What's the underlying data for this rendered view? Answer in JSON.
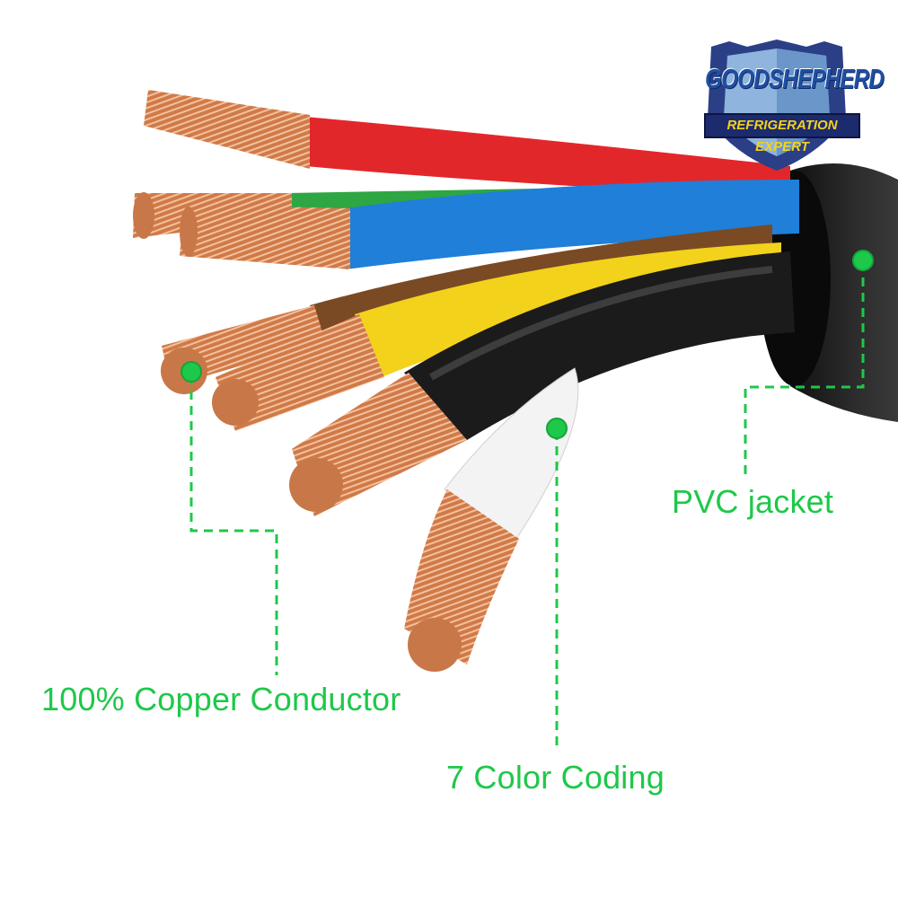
{
  "brand": {
    "name": "GOODSHEPHERD",
    "tagline": "REFRIGERATION EXPERT"
  },
  "callouts": [
    {
      "id": "copper",
      "label": "100% Copper Conductor"
    },
    {
      "id": "color",
      "label": "7 Color Coding"
    },
    {
      "id": "jacket",
      "label": "PVC jacket"
    }
  ],
  "colors": {
    "accent": "#1ec84a",
    "wire_red": "#e2272b",
    "wire_blue": "#1f7fd9",
    "wire_green": "#2ea643",
    "wire_brown": "#7a4a24",
    "wire_yellow": "#f2d21b",
    "wire_black": "#1b1b1b",
    "wire_white": "#f2f2f2",
    "copper": "#d88a5c",
    "jacket": "#202020"
  }
}
